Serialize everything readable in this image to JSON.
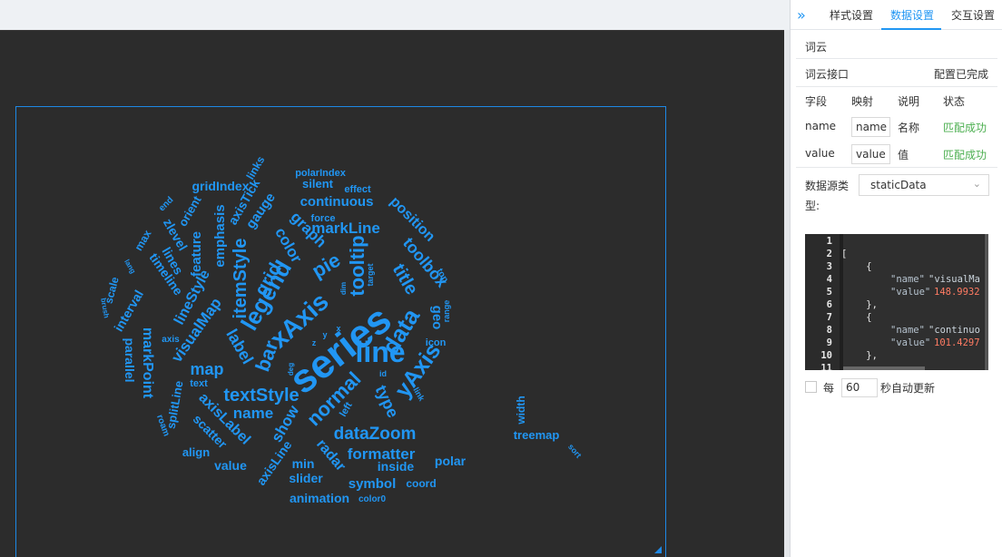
{
  "panel": {
    "collapse_glyph": "»",
    "tabs": [
      {
        "label": "样式设置"
      },
      {
        "label": "数据设置"
      },
      {
        "label": "交互设置"
      }
    ],
    "section_title": "词云",
    "interface_label": "词云接口",
    "config_status": "配置已完成",
    "mapping_headers": {
      "field": "字段",
      "map": "映射",
      "desc": "说明",
      "status": "状态"
    },
    "mappings": [
      {
        "field": "name",
        "map": "name",
        "desc": "名称",
        "status": "匹配成功"
      },
      {
        "field": "value",
        "map": "value",
        "desc": "值",
        "status": "匹配成功"
      }
    ],
    "datasource_label_line1": "数据源类",
    "datasource_label_line2": "型:",
    "datasource_value": "staticData",
    "code_lines": [
      "1",
      "2",
      "3",
      "4",
      "5",
      "6",
      "7",
      "8",
      "9",
      "10",
      "11"
    ],
    "code": {
      "l2": "[",
      "l3": "    {",
      "l4_key": "\"name\"",
      "l4_val": "\"visualMa",
      "l5_key": "\"value\"",
      "l5_val": "148.9932",
      "l6": "    },",
      "l7": "    {",
      "l8_key": "\"name\"",
      "l8_val": "\"continuo",
      "l9_key": "\"value\"",
      "l9_val": "101.4297",
      "l10": "    },"
    },
    "auto_update": {
      "prefix": "每",
      "seconds": "60",
      "suffix": "秒自动更新"
    }
  },
  "colors": {
    "accent": "#2196f3",
    "success": "#4caf50",
    "canvas_bg": "#2c2c2c"
  },
  "wordcloud": {
    "words": [
      "series",
      "line",
      "xAxis",
      "legend",
      "data",
      "yAxis",
      "tooltip",
      "pie",
      "bar",
      "itemStyle",
      "grid",
      "title",
      "toolbox",
      "normal",
      "textStyle",
      "dataZoom",
      "label",
      "map",
      "type",
      "geo",
      "name",
      "show",
      "formatter",
      "radar",
      "markLine",
      "position",
      "graph",
      "color",
      "emphasis",
      "lineStyle",
      "visualMap",
      "markPoint",
      "parallel",
      "continuous",
      "gauge",
      "axisTick",
      "timeline",
      "interval",
      "scale",
      "lines",
      "zlevel",
      "orient",
      "max",
      "end",
      "links",
      "gridIndex",
      "feature",
      "silent",
      "effect",
      "polarIndex",
      "force",
      "axisLabel",
      "scatter",
      "axisLine",
      "min",
      "slider",
      "symbol",
      "animation",
      "color0",
      "coord",
      "polar",
      "inside",
      "value",
      "align",
      "splitLine",
      "roam",
      "text",
      "axis",
      "icon",
      "link",
      "left",
      "id",
      "target",
      "dim",
      "top",
      "range",
      "deg",
      "brush",
      "lang",
      "treemap",
      "width",
      "sort",
      "x",
      "y",
      "z"
    ]
  }
}
